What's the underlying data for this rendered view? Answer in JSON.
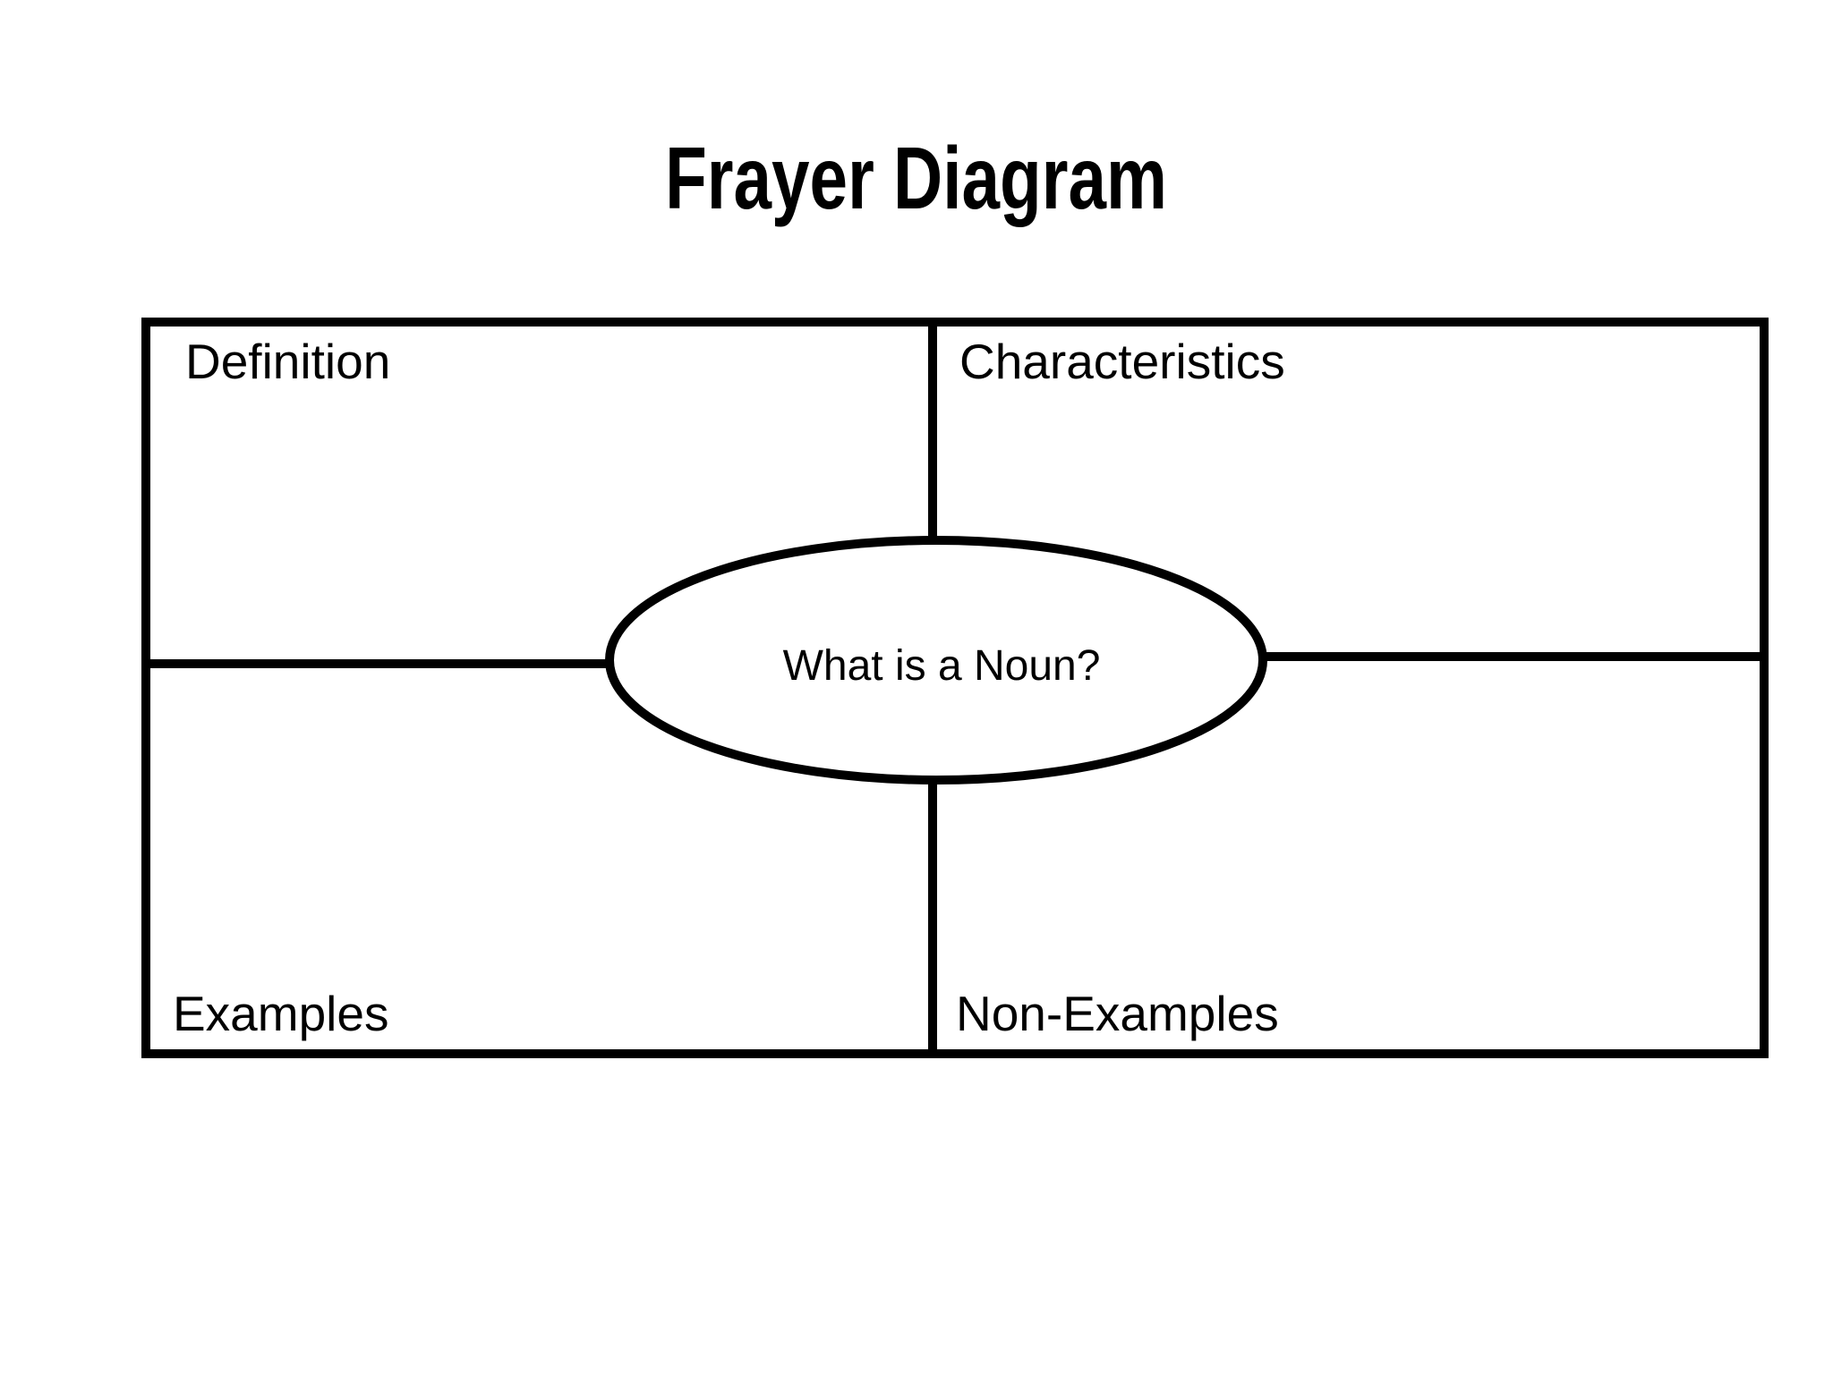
{
  "title": "Frayer Diagram",
  "diagram": {
    "type": "frayer-model",
    "center_question": "What is a Noun?",
    "quadrants": [
      {
        "id": "definition",
        "label": "Definition",
        "position": "top-left",
        "content": ""
      },
      {
        "id": "characteristics",
        "label": "Characteristics",
        "position": "top-right",
        "content": ""
      },
      {
        "id": "examples",
        "label": "Examples",
        "position": "bottom-left",
        "content": ""
      },
      {
        "id": "non_examples",
        "label": "Non-Examples",
        "position": "bottom-right",
        "content": ""
      }
    ],
    "colors": {
      "stroke": "#000000",
      "background": "#ffffff"
    }
  }
}
